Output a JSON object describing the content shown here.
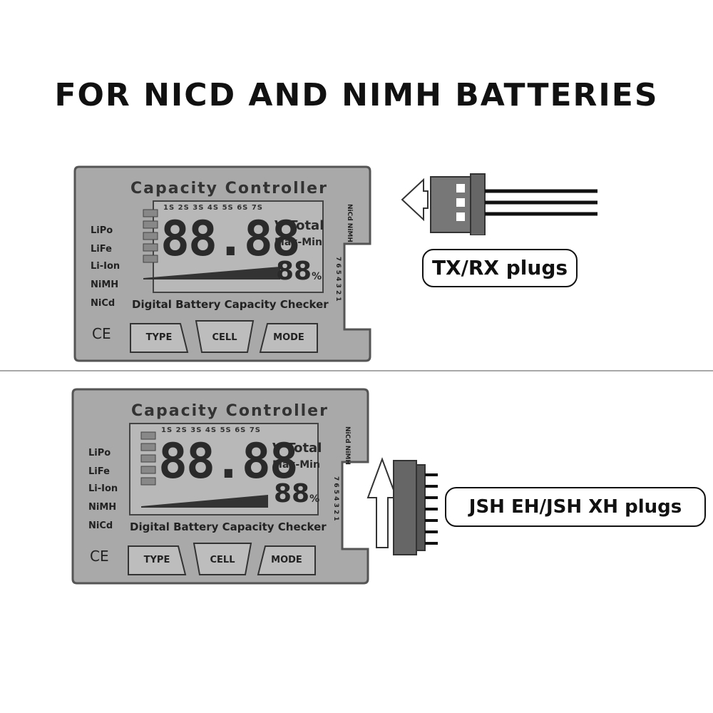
{
  "heading": "FOR NICD AND NIMH BATTERIES",
  "devices": [
    {
      "title": "Capacity Controller",
      "chemistry": [
        "LiPo",
        "LiFe",
        "Li-Ion",
        "NiMH",
        "NiCd"
      ],
      "cells": "1S 2S 3S 4S 5S 6S 7S",
      "digits": "88.88",
      "v_total": "V Total",
      "max_min": "Max-Min",
      "percent": "88",
      "percent_unit": "%",
      "subtitle": "Digital Battery Capacity Checker",
      "buttons": [
        "TYPE",
        "CELL",
        "MODE"
      ],
      "ce_mark": "CE",
      "side_top": "NiCd NiMH",
      "side_bottom": "7 6 5 4 3 2 1",
      "plug_label": "TX/RX plugs"
    },
    {
      "title": "Capacity Controller",
      "chemistry": [
        "LiPo",
        "LiFe",
        "Li-Ion",
        "NiMH",
        "NiCd"
      ],
      "cells": "1S 2S 3S 4S 5S 6S 7S",
      "digits": "88.88",
      "v_total": "V Total",
      "max_min": "Max-Min",
      "percent": "88",
      "percent_unit": "%",
      "subtitle": "Digital Battery Capacity Checker",
      "buttons": [
        "TYPE",
        "CELL",
        "MODE"
      ],
      "ce_mark": "CE",
      "side_top": "NiCd NiMH",
      "side_bottom": "7 6 5 4 3 2 1",
      "plug_label": "JSH EH/JSH XH plugs"
    }
  ]
}
